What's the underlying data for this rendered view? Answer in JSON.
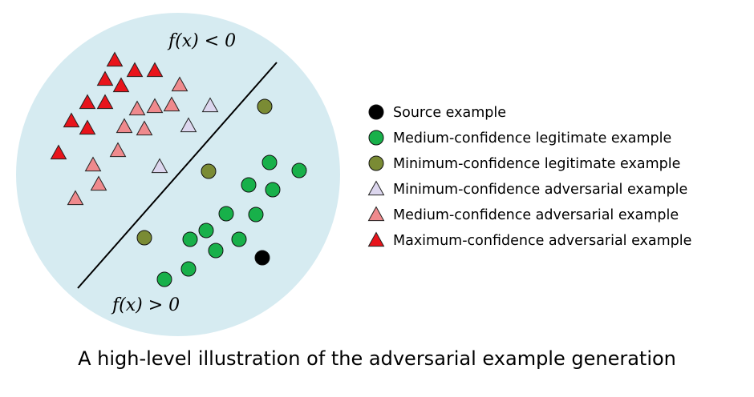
{
  "diagram": {
    "region_upper_label": "f(x) < 0",
    "region_lower_label": "f(x) > 0",
    "background_color": "#d6ebf1",
    "colors": {
      "source": "#000000",
      "medium_legit": "#18b04a",
      "minimum_legit": "#7a8b34",
      "minimum_adv": "#dcd6ee",
      "medium_adv": "#ef8a8d",
      "maximum_adv": "#e8141b"
    }
  },
  "legend": [
    {
      "marker": "circle",
      "color_key": "source",
      "label": "Source example"
    },
    {
      "marker": "circle",
      "color_key": "medium_legit",
      "label": "Medium-confidence legitimate example"
    },
    {
      "marker": "circle",
      "color_key": "minimum_legit",
      "label": "Minimum-confidence legitimate example"
    },
    {
      "marker": "triangle",
      "color_key": "minimum_adv",
      "label": "Minimum-confidence adversarial example"
    },
    {
      "marker": "triangle",
      "color_key": "medium_adv",
      "label": "Medium-confidence adversarial example"
    },
    {
      "marker": "triangle",
      "color_key": "maximum_adv",
      "label": "Maximum-confidence adversarial example"
    }
  ],
  "caption": "A high-level illustration of the adversarial example generation"
}
